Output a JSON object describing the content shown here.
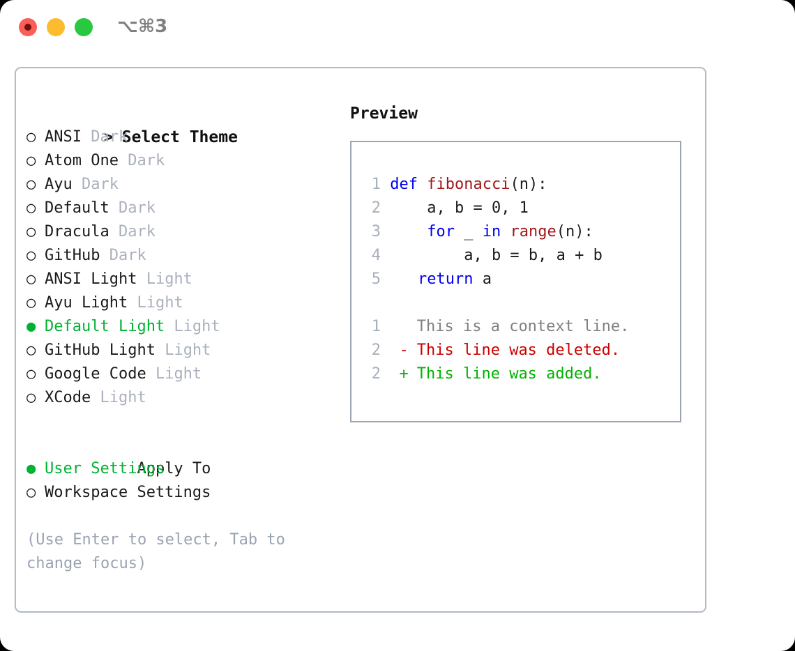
{
  "window": {
    "title": "⌥⌘3",
    "traffic_lights": [
      "close",
      "minimize",
      "maximize"
    ],
    "accent_green": "#00b233",
    "border_color": "#b2bac6"
  },
  "theme_picker": {
    "header_prefix": "> ",
    "header": "Select Theme",
    "marker_selected": "● ",
    "marker_unselected": "○ ",
    "items": [
      {
        "name": "ANSI",
        "variant": "Dark",
        "selected": false
      },
      {
        "name": "Atom One",
        "variant": "Dark",
        "selected": false
      },
      {
        "name": "Ayu",
        "variant": "Dark",
        "selected": false
      },
      {
        "name": "Default",
        "variant": "Dark",
        "selected": false
      },
      {
        "name": "Dracula",
        "variant": "Dark",
        "selected": false
      },
      {
        "name": "GitHub",
        "variant": "Dark",
        "selected": false
      },
      {
        "name": "ANSI Light",
        "variant": "Light",
        "selected": false
      },
      {
        "name": "Ayu Light",
        "variant": "Light",
        "selected": false
      },
      {
        "name": "Default Light",
        "variant": "Light",
        "selected": true
      },
      {
        "name": "GitHub Light",
        "variant": "Light",
        "selected": false
      },
      {
        "name": "Google Code",
        "variant": "Light",
        "selected": false
      },
      {
        "name": "XCode",
        "variant": "Light",
        "selected": false
      }
    ]
  },
  "apply_to": {
    "label": "Apply To",
    "options": [
      {
        "name": "User Settings",
        "selected": true
      },
      {
        "name": "Workspace Settings",
        "selected": false
      }
    ]
  },
  "hint": "(Use Enter to select, Tab to change focus)",
  "preview": {
    "title": "Preview",
    "code_lines": [
      {
        "n": "1",
        "tokens": [
          {
            "t": "def",
            "c": "kw"
          },
          {
            "t": " ",
            "c": ""
          },
          {
            "t": "fibonacci",
            "c": "fn"
          },
          {
            "t": "(n):",
            "c": ""
          }
        ]
      },
      {
        "n": "2",
        "tokens": [
          {
            "t": "    a, b = 0, 1",
            "c": ""
          }
        ]
      },
      {
        "n": "3",
        "tokens": [
          {
            "t": "    ",
            "c": ""
          },
          {
            "t": "for",
            "c": "kw"
          },
          {
            "t": " _ ",
            "c": ""
          },
          {
            "t": "in",
            "c": "kw"
          },
          {
            "t": " ",
            "c": ""
          },
          {
            "t": "range",
            "c": "fn"
          },
          {
            "t": "(n):",
            "c": ""
          }
        ]
      },
      {
        "n": "4",
        "tokens": [
          {
            "t": "        a, b = b, a + b",
            "c": ""
          }
        ]
      },
      {
        "n": "5",
        "tokens": [
          {
            "t": "   ",
            "c": ""
          },
          {
            "t": "return",
            "c": "kw"
          },
          {
            "t": " a",
            "c": ""
          }
        ]
      }
    ],
    "diff_lines": [
      {
        "n": "1",
        "sign": " ",
        "text": " This is a context line.",
        "kind": "context"
      },
      {
        "n": "2",
        "sign": "-",
        "text": " This line was deleted.",
        "kind": "deleted"
      },
      {
        "n": "2",
        "sign": "+",
        "text": " This line was added.",
        "kind": "added"
      }
    ]
  }
}
